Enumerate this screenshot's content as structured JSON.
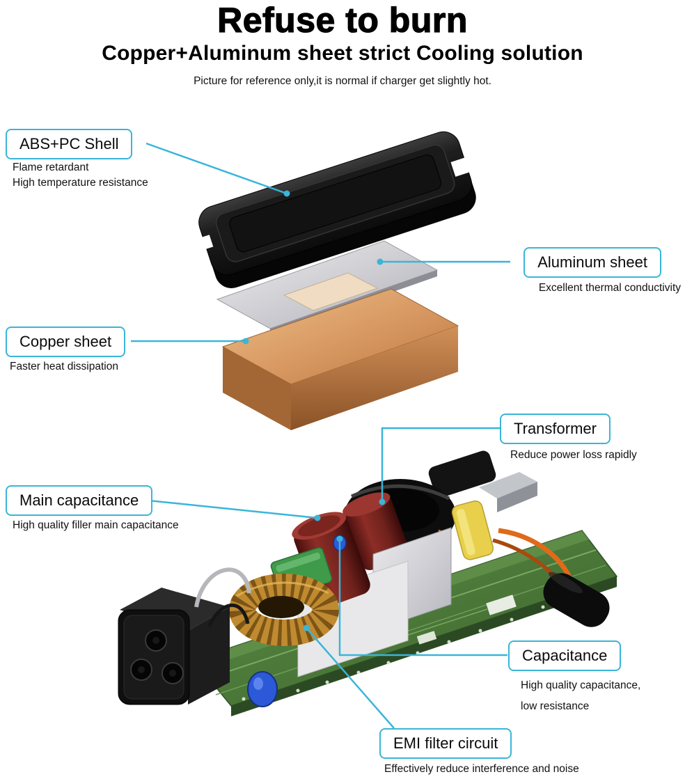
{
  "header": {
    "title": "Refuse to burn",
    "subtitle": "Copper+Aluminum sheet strict Cooling solution",
    "note": "Picture for reference only,it is normal if charger get slightly hot."
  },
  "callouts": {
    "abs_shell": {
      "label": "ABS+PC Shell",
      "desc": [
        "Flame retardant",
        "High temperature resistance"
      ]
    },
    "aluminum_sheet": {
      "label": "Aluminum sheet",
      "desc": [
        "Excellent thermal conductivity"
      ]
    },
    "copper_sheet": {
      "label": "Copper sheet",
      "desc": [
        "Faster heat dissipation"
      ]
    },
    "transformer": {
      "label": "Transformer",
      "desc": [
        "Reduce power loss rapidly"
      ]
    },
    "main_capacitance": {
      "label": "Main capacitance",
      "desc": [
        "High quality filler main capacitance"
      ]
    },
    "capacitance": {
      "label": "Capacitance",
      "desc": [
        "High quality capacitance,",
        "low resistance"
      ]
    },
    "emi_filter": {
      "label": "EMI filter circuit",
      "desc": [
        "Effectively reduce interference and noise"
      ]
    }
  },
  "illustration": {
    "parts": [
      "abs-pc-shell",
      "aluminum-sheet",
      "copper-sheet",
      "circuit-board",
      "transformer-coil",
      "main-capacitor",
      "secondary-capacitor",
      "toroidal-inductor",
      "ac-inlet-socket",
      "yellow-capacitor",
      "blue-capacitor",
      "metal-shield-plates",
      "output-cable",
      "orange-wires"
    ]
  },
  "colors": {
    "accent": "#3ab5d8",
    "title": "#000000",
    "shell": "#1a1a1a",
    "aluminum": "#c4c4c8",
    "copper": "#c98850",
    "pcb": "#4c7a3e",
    "capacitor_red": "#7a241f",
    "capacitor_yellow": "#e8d04c",
    "capacitor_blue": "#2b59d8"
  }
}
